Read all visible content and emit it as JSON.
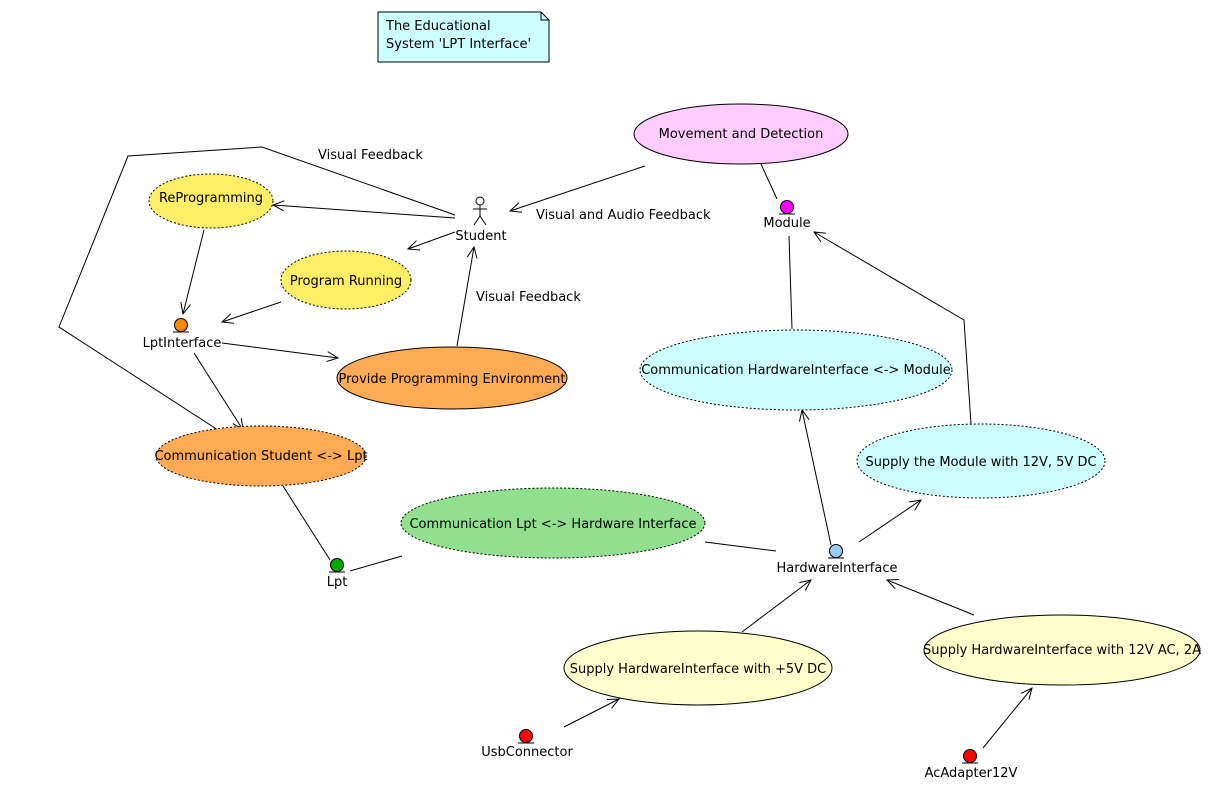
{
  "note": {
    "line1": "The Educational",
    "line2": "System 'LPT Interface'"
  },
  "use_cases": {
    "movement": "Movement and Detection",
    "reprogramming": "ReProgramming",
    "program_running": "Program Running",
    "provide_env": "Provide Programming Environment",
    "comm_student_lpt": "Communication Student <-> Lpt",
    "comm_lpt_hw": "Communication Lpt <-> Hardware Interface",
    "comm_hw_module": "Communication HardwareInterface <-> Module",
    "supply_module": "Supply the Module with 12V, 5V DC",
    "supply_hw_5v": "Supply HardwareInterface with +5V DC",
    "supply_hw_12v": "Supply HardwareInterface with 12V AC, 2A"
  },
  "actors": {
    "student": "Student",
    "module": "Module",
    "lpt_interface": "LptInterface",
    "lpt": "Lpt",
    "hardware_interface": "HardwareInterface",
    "usb_connector": "UsbConnector",
    "ac_adapter": "AcAdapter12V"
  },
  "edge_labels": {
    "visual_feedback_top": "Visual Feedback",
    "visual_audio_feedback": "Visual and Audio Feedback",
    "visual_feedback_env": "Visual Feedback"
  },
  "colors": {
    "note_fill": "#ccffff",
    "magenta_fill": "#ffccff",
    "yellow_fill": "#ffee66",
    "orange_fill": "#ffaa55",
    "green_fill": "#90e090",
    "cyan_fill": "#ccffff",
    "pale_yellow_fill": "#ffffcc",
    "actor_magenta": "#ff00ff",
    "actor_orange": "#ff8800",
    "actor_green": "#00aa00",
    "actor_blue": "#99ccff",
    "actor_red": "#ff0000"
  }
}
